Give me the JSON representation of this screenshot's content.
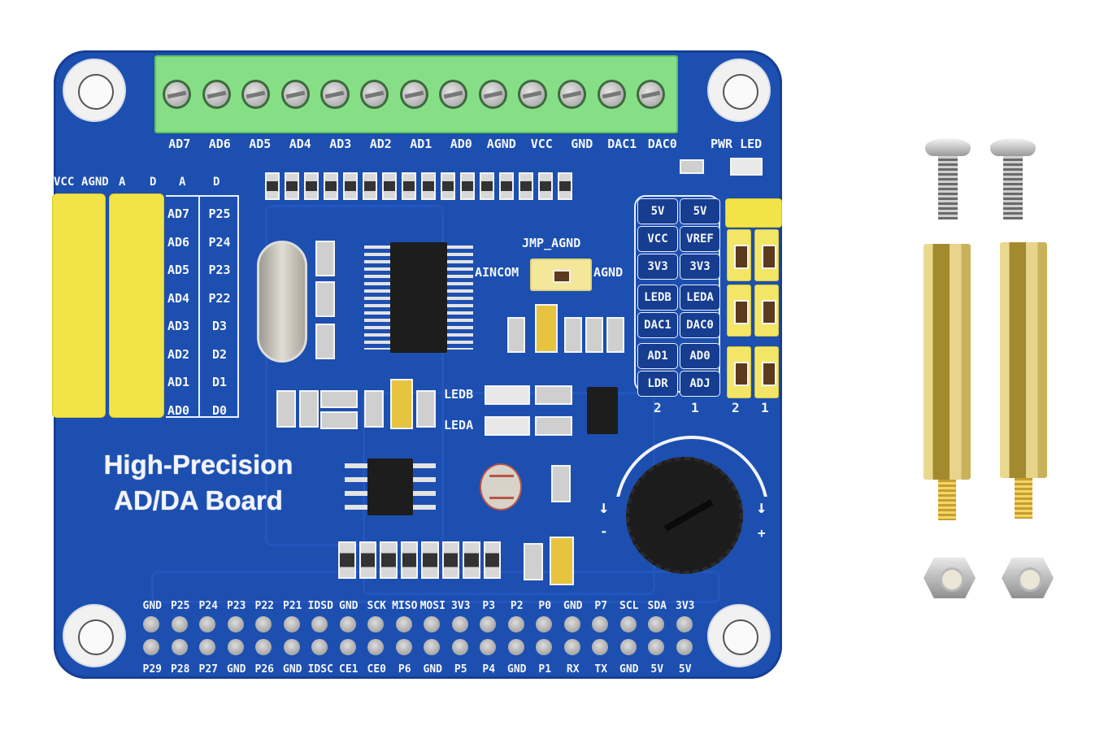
{
  "scene": {
    "description": "Product photo of Waveshare High-Precision AD/DA Board for Raspberry Pi with mounting hardware",
    "background_color": "#ffffff",
    "board_color": "#1c4fb0",
    "terminal_color": "#86df86",
    "header_color": "#f2e447"
  },
  "board": {
    "title_line1": "High-Precision",
    "title_line2": "AD/DA Board",
    "terminal_labels": [
      "AD7",
      "AD6",
      "AD5",
      "AD4",
      "AD3",
      "AD2",
      "AD1",
      "AD0",
      "AGND",
      "VCC",
      "GND",
      "DAC1",
      "DAC0"
    ],
    "pwr_led_label": "PWR LED",
    "left_header": {
      "column_headers": [
        "VCC",
        "AGND",
        "A",
        "D",
        "A",
        "D"
      ],
      "rows": [
        {
          "a": "AD7",
          "d": "P25"
        },
        {
          "a": "AD6",
          "d": "P24"
        },
        {
          "a": "AD5",
          "d": "P23"
        },
        {
          "a": "AD4",
          "d": "P22"
        },
        {
          "a": "AD3",
          "d": "D3"
        },
        {
          "a": "AD2",
          "d": "D2"
        },
        {
          "a": "AD1",
          "d": "D1"
        },
        {
          "a": "AD0",
          "d": "D0"
        }
      ]
    },
    "jumper_agnd": {
      "title": "JMP_AGND",
      "left": "AINCOM",
      "right": "AGND"
    },
    "leds": {
      "led_b": "LEDB",
      "led_a": "LEDA"
    },
    "jumper_table": {
      "rows": [
        [
          "5V",
          "5V"
        ],
        [
          "VCC",
          "VREF"
        ],
        [
          "3V3",
          "3V3"
        ],
        [
          "LEDB",
          "LEDA"
        ],
        [
          "DAC1",
          "DAC0"
        ],
        [
          "AD1",
          "AD0"
        ],
        [
          "LDR",
          "ADJ"
        ]
      ],
      "column_numbers": [
        "2",
        "1",
        "2",
        "1"
      ]
    },
    "potentiometer": {
      "minus": "-",
      "plus": "+"
    },
    "gpio_top_labels": [
      "GND",
      "P25",
      "P24",
      "P23",
      "P22",
      "P21",
      "IDSD",
      "GND",
      "SCK",
      "MISO",
      "MOSI",
      "3V3",
      "P3",
      "P2",
      "P0",
      "GND",
      "P7",
      "SCL",
      "SDA",
      "3V3"
    ],
    "gpio_bottom_labels": [
      "P29",
      "P28",
      "P27",
      "GND",
      "P26",
      "GND",
      "IDSC",
      "CE1",
      "CE0",
      "P6",
      "GND",
      "P5",
      "P4",
      "GND",
      "P1",
      "RX",
      "TX",
      "GND",
      "5V",
      "5V"
    ]
  },
  "accessories": {
    "screws": 2,
    "standoffs": 2,
    "nuts": 2
  }
}
